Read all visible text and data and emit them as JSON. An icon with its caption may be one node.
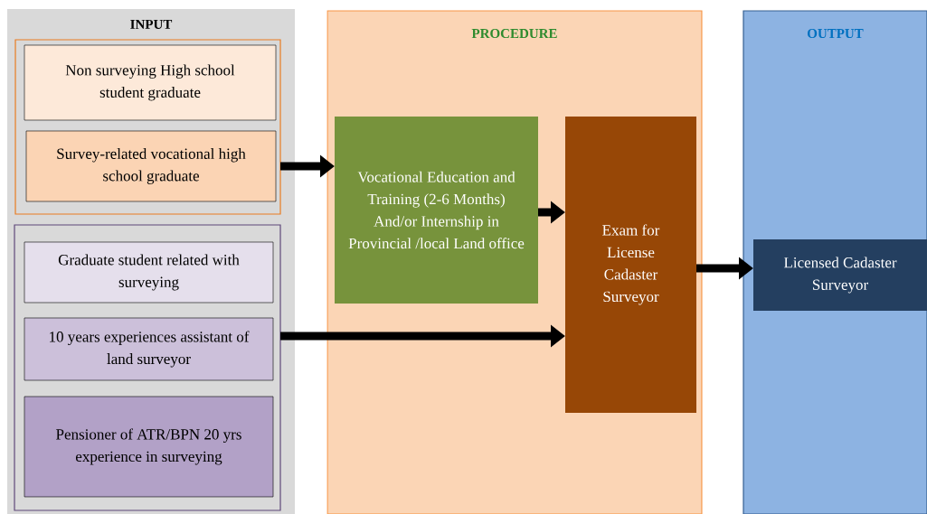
{
  "diagram": {
    "nodes": [
      {
        "text": [
          "INPUT"
        ]
      },
      {
        "text": [],
        "shape": "box",
        "in": 0
      },
      {
        "text": [
          "Non surveying High school student graduate"
        ],
        "in": 1
      },
      {
        "text": [
          "Survey-related vocational high school graduate"
        ],
        "in": 1
      },
      {
        "text": [],
        "shape": "box",
        "in": 0
      },
      {
        "text": [
          "Graduate student related with surveying"
        ],
        "in": 4
      },
      {
        "text": [
          "10 years experiences assistant of land surveyor"
        ],
        "in": 4
      },
      {
        "text": [
          "Pensioner of ATR/BPN 20 yrs experience in surveying"
        ],
        "in": 4
      },
      {
        "text": [
          "PROCEDURE"
        ]
      },
      {
        "text": [
          "Vocational Education and Training (2-6 Months) And/or Internship in Provincial /local Land office"
        ],
        "in": 8
      },
      {
        "text": [
          "Exam for License Cadaster Surveyor"
        ],
        "in": 8
      },
      {
        "text": [
          "OUTPUT"
        ]
      },
      {
        "text": [
          "Licensed Cadaster Surveyor"
        ],
        "in": 11
      }
    ],
    "edges": [
      {
        "from": 1,
        "to": 9,
        "arrow": "to"
      },
      {
        "from": 9,
        "to": 10,
        "arrow": "to"
      },
      {
        "from": 4,
        "to": 10,
        "arrow": "to"
      },
      {
        "from": 10,
        "to": 12,
        "arrow": "to"
      }
    ]
  }
}
